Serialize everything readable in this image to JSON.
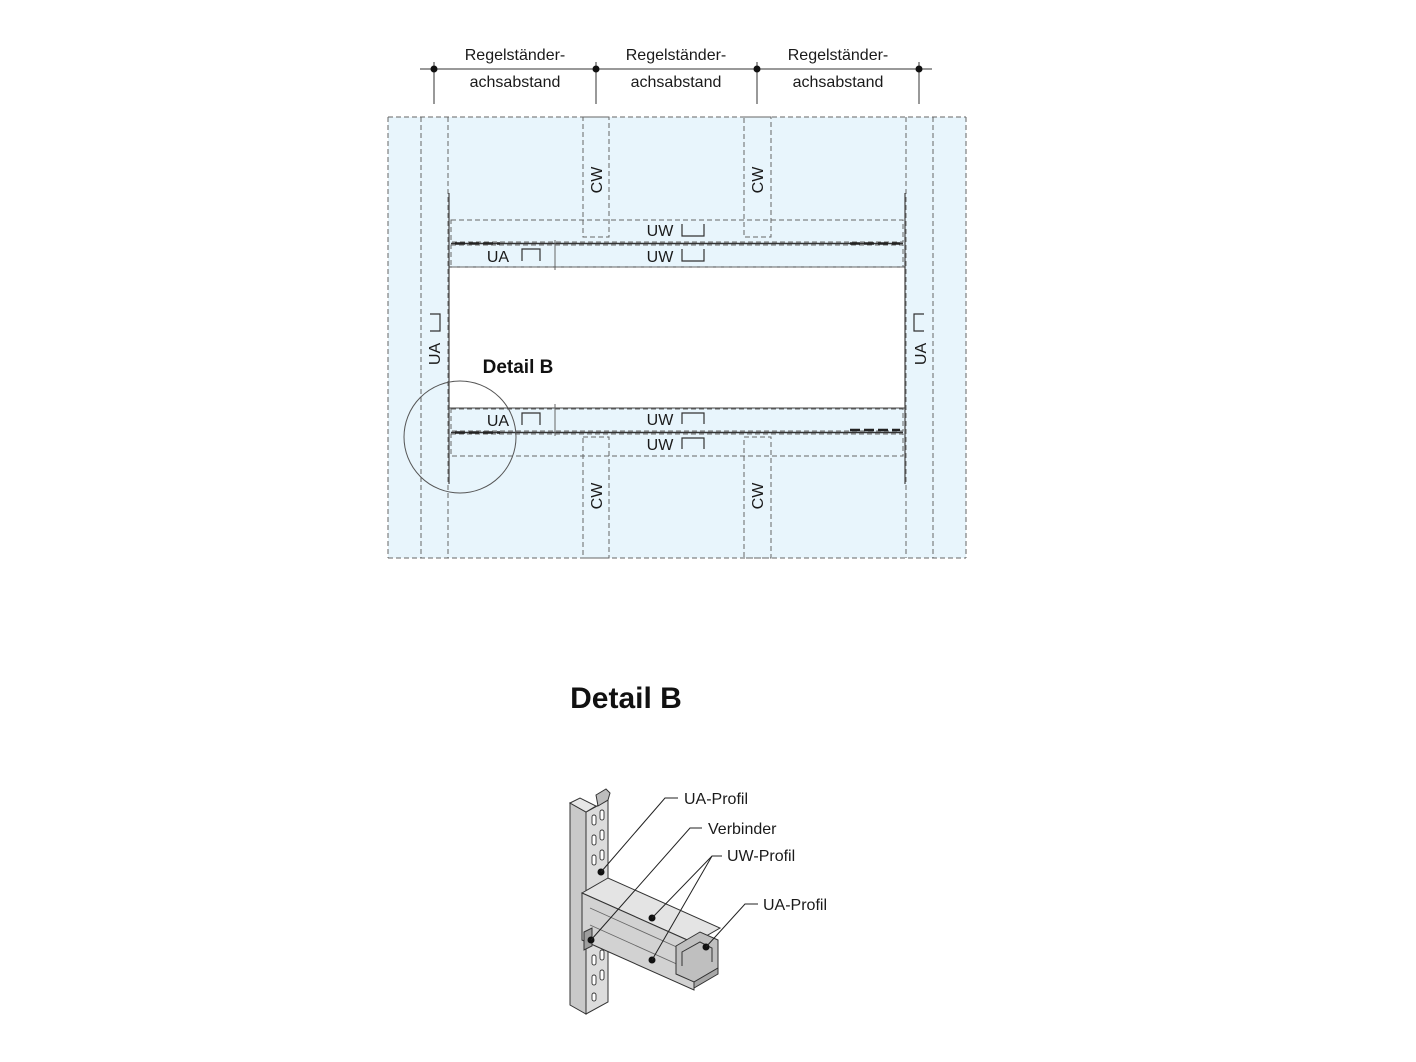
{
  "dimension_labels": [
    {
      "line1": "Regelständer-",
      "line2": "achsabstand"
    },
    {
      "line1": "Regelständer-",
      "line2": "achsabstand"
    },
    {
      "line1": "Regelständer-",
      "line2": "achsabstand"
    }
  ],
  "plan_labels": {
    "cw_top_left": "CW",
    "cw_top_right": "CW",
    "cw_bottom_left": "CW",
    "cw_bottom_right": "CW",
    "uw_top_1": "UW",
    "uw_top_2": "UW",
    "uw_bottom_1": "UW",
    "uw_bottom_2": "UW",
    "ua_top": "UA",
    "ua_bottom": "UA",
    "ua_left": "UA",
    "ua_right": "UA",
    "detail_callout": "Detail B"
  },
  "detail": {
    "title": "Detail B",
    "callouts": [
      "UA-Profil",
      "Verbinder",
      "UW-Profil",
      "UA-Profil"
    ]
  },
  "colors": {
    "panel_fill": "#e8f5fc",
    "line": "#666666",
    "profile_fill": "#d9d9d9"
  }
}
